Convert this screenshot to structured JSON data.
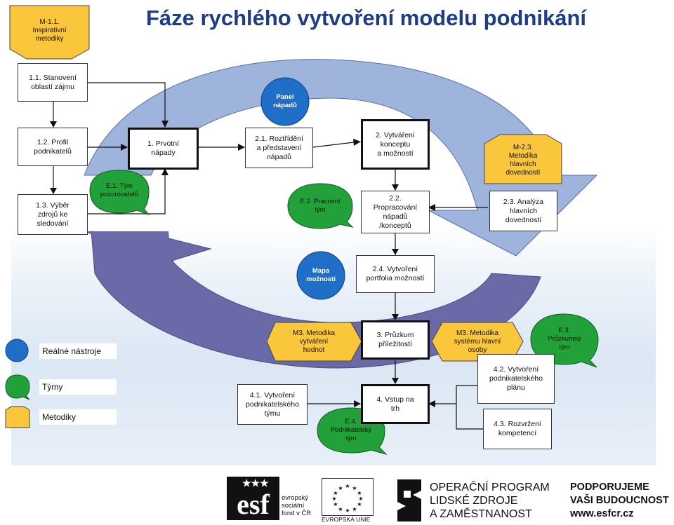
{
  "title": "Fáze rychlého vytvoření modelu podnikání",
  "boxes": {
    "b11": "1.1. Stanovení\noblastí zájmu",
    "b12": "1.2. Profil\npodnikatelů",
    "b13": "1.3. Výběr\nzdrojů ke\nsledování",
    "b1": "1. Prvotní\nnápady",
    "b21": "2.1. Roztřídění\na představení\nnápadů",
    "b2": "2. Vytváření\nkonceptu\na možností",
    "b22": "2.2.\nPropracování\nnápadů\n/konceptů",
    "b23": "2.3. Analýza\nhlavních\ndovedností",
    "b24": "2.4. Vytvoření\nportfolia možností",
    "b3": "3. Průzkum\npříležitostí",
    "b4": "4. Vstup na\ntrh",
    "b41": "4.1. Vytvoření\npodnikatelského\ntýmu",
    "b42": "4.2. Vytvoření\npodnikatelského\nplánu",
    "b43": "4.3. Rozvržení\nkompetencí"
  },
  "methods": {
    "m11": "M-1.1.\nInspirativní\nmetodiky",
    "m23": "M-2.3.\nMetodika\nhlavních\ndovedností",
    "m3a": "M3. Metodika\nvytváření\nhodnot",
    "m3b": "M3. Metodika\nsystému hlavní\nosoby"
  },
  "teams": {
    "e1": "E.1. Tým\npozorovatelů",
    "e2": "E.2. Pracovní\ntým",
    "e3": "E.3.\nPrůzkumný\ntým",
    "e4": "E.4.\nPodnikatelský\ntým"
  },
  "tools": {
    "panel": "Panel\nnápadů",
    "mapa": "Mapa\nmožností"
  },
  "legend": {
    "tools": "Reálné nástroje",
    "teams": "Týmy",
    "methods": "Metodiky"
  },
  "colors": {
    "title": "#1f3c88",
    "method": "#f9c63c",
    "team": "#22a03a",
    "tool": "#1f6fc8",
    "arrow_light": "#9fb4dd",
    "arrow_dark": "#6b6aa8"
  },
  "footer": {
    "esf_small": "evropský\nsociální\nfond v ČR",
    "eu": "EVROPSKÁ UNIE",
    "op": "OPERAČNÍ PROGRAM\nLIDSKÉ ZDROJE\nA ZAMĚSTNANOST",
    "slogan": "PODPORUJEME\nVAŠI BUDOUCNOST\nwww.esfcr.cz"
  }
}
